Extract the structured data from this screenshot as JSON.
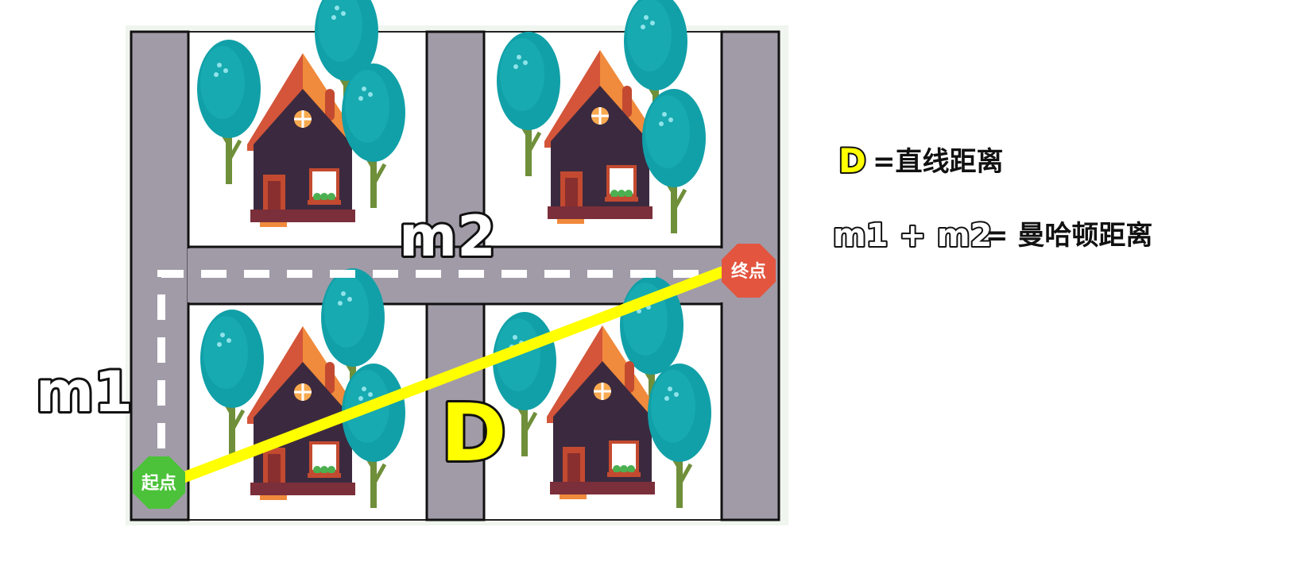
{
  "diagram": {
    "label_m1": "m1",
    "label_m2": "m2",
    "label_d": "D",
    "start_marker": "起点",
    "end_marker": "终点"
  },
  "legend": {
    "line1_symbol": "D",
    "line1_text": "=直线距离",
    "line2_symbol": "m1 + m2",
    "line2_text": "= 曼哈顿距离"
  },
  "colors": {
    "road": "#a19ba8",
    "straight_line": "#ffff00",
    "start": "#4cc23a",
    "end": "#e3553f",
    "roof_dark": "#d4553a",
    "roof_light": "#f08a3c",
    "tree": "#11a0a8",
    "wall": "#3b2a3f"
  },
  "icons": [
    "house-icon",
    "tree-icon",
    "stop-sign-icon"
  ]
}
